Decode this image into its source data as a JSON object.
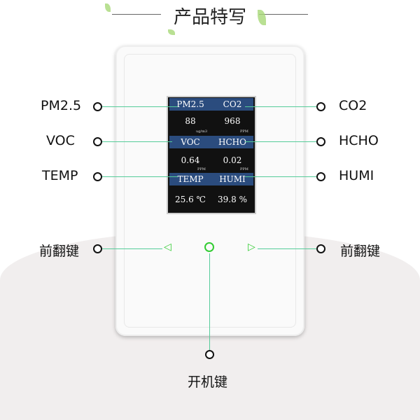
{
  "title": "产品特写",
  "screen": {
    "pm25_label": "PM2.5",
    "co2_label": "CO2",
    "pm25_value": "88",
    "co2_value": "968",
    "pm25_unit": "ug/m3",
    "co2_unit": "PPM",
    "voc_label": "VOC",
    "hcho_label": "HCHO",
    "voc_value": "0.64",
    "hcho_value": "0.02",
    "voc_unit": "PPM",
    "hcho_unit": "PPM",
    "temp_label": "TEMP",
    "humi_label": "HUMI",
    "temp_value": "25.6 ℃",
    "humi_value": "39.8 %"
  },
  "callouts": {
    "pm25": "PM2.5",
    "voc": "VOC",
    "temp": "TEMP",
    "co2": "CO2",
    "hcho": "HCHO",
    "humi": "HUMI",
    "left_key": "前翻键",
    "right_key": "前翻键",
    "power_key": "开机键"
  },
  "colors": {
    "accent": "#33cc33",
    "screen_header": "#2b4c7e"
  }
}
